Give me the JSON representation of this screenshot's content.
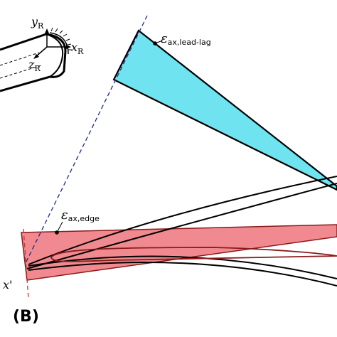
{
  "diagram": {
    "panel_label": "(B)",
    "axes": {
      "y": {
        "base": "y",
        "sub": "R"
      },
      "x": {
        "base": "x",
        "sub": "R"
      },
      "z": {
        "base": "z",
        "sub": "R"
      },
      "xprime": "x'"
    },
    "annotations": {
      "lead_lag": {
        "symbol": "ε",
        "sub": "ax,lead-lag"
      },
      "edge": {
        "symbol": "ε",
        "sub": "ax,edge"
      }
    },
    "colors": {
      "cyan_fill": "#6fe3ef",
      "red_fill": "#f08a90",
      "red_stroke": "#8b1a1a",
      "blue_dash": "#1e2a8a",
      "red_dash": "#c0392b",
      "outline": "#000000"
    }
  }
}
